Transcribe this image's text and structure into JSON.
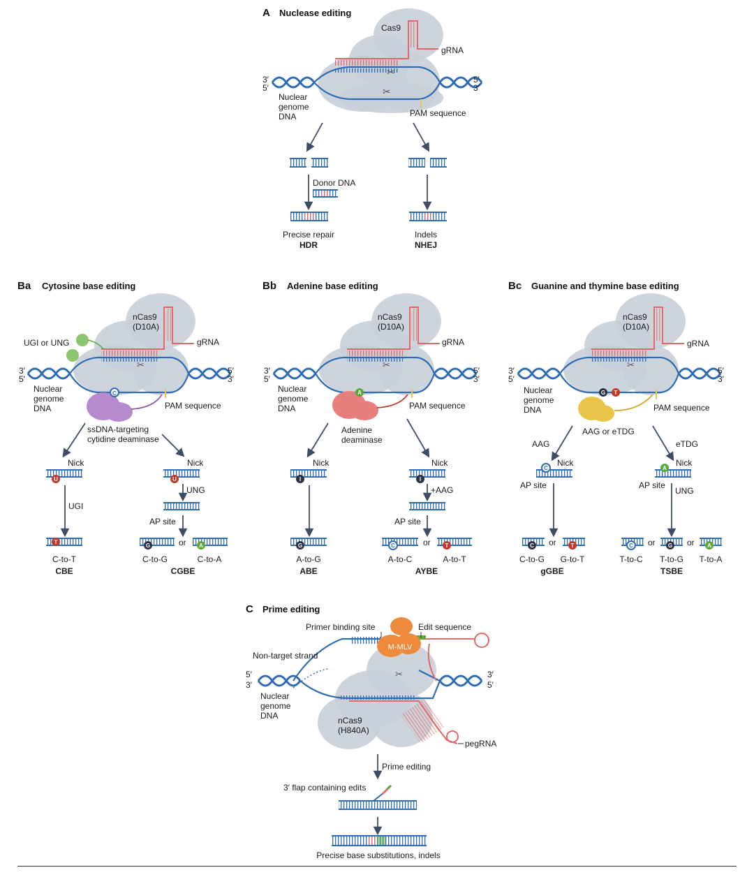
{
  "panels": {
    "a": {
      "letter": "A",
      "title": "Nuclease editing",
      "cas_label": "Cas9",
      "grna_label": "gRNA",
      "end_3_left": "3′",
      "end_5_left": "5′",
      "end_5_right": "5′",
      "end_3_right": "3′",
      "dna_label_1": "Nuclear",
      "dna_label_2": "genome",
      "dna_label_3": "DNA",
      "pam_label": "PAM sequence",
      "donor_label": "Donor DNA",
      "left_outcome": "Precise repair",
      "left_path": "HDR",
      "right_outcome": "Indels",
      "right_path": "NHEJ"
    },
    "ba": {
      "letter": "Ba",
      "title": "Cytosine base editing",
      "cas_label_1": "nCas9",
      "cas_label_2": "(D10A)",
      "grna_label": "gRNA",
      "ugi_label": "UGI or UNG",
      "end_3_left": "3′",
      "end_5_left": "5′",
      "end_5_right": "5′",
      "end_3_right": "3′",
      "dna_label_1": "Nuclear",
      "dna_label_2": "genome",
      "dna_label_3": "DNA",
      "pam_label": "PAM sequence",
      "base_label": "C",
      "deaminase_1": "ssDNA-targeting",
      "deaminase_2": "cytidine deaminase",
      "nick_left": "Nick",
      "nick_right": "Nick",
      "u_left": "U",
      "u_right": "U",
      "step_left": "UGI",
      "step_right": "UNG",
      "ap_site": "AP site",
      "or": "or",
      "out_t": "T",
      "out_g": "G",
      "out_a": "A",
      "result_1": "C-to-T",
      "result_2": "C-to-G",
      "result_3": "C-to-A",
      "editor_1": "CBE",
      "editor_2": "CGBE"
    },
    "bb": {
      "letter": "Bb",
      "title": "Adenine base editing",
      "cas_label_1": "nCas9",
      "cas_label_2": "(D10A)",
      "grna_label": "gRNA",
      "end_3_left": "3′",
      "end_5_left": "5′",
      "end_5_right": "5′",
      "end_3_right": "3′",
      "dna_label_1": "Nuclear",
      "dna_label_2": "genome",
      "dna_label_3": "DNA",
      "pam_label": "PAM sequence",
      "base_label": "A",
      "deaminase_1": "Adenine",
      "deaminase_2": "deaminase",
      "nick_left": "Nick",
      "nick_right": "Nick",
      "i_left": "I",
      "i_right": "I",
      "step_right": "+AAG",
      "ap_site": "AP site",
      "or": "or",
      "out_g": "G",
      "out_c": "C",
      "out_t": "T",
      "result_1": "A-to-G",
      "result_2": "A-to-C",
      "result_3": "A-to-T",
      "editor_1": "ABE",
      "editor_2": "AYBE"
    },
    "bc": {
      "letter": "Bc",
      "title": "Guanine and thymine base editing",
      "cas_label_1": "nCas9",
      "cas_label_2": "(D10A)",
      "grna_label": "gRNA",
      "end_3_left": "3′",
      "end_5_left": "5′",
      "end_5_right": "5′",
      "end_3_right": "3′",
      "dna_label_1": "Nuclear",
      "dna_label_2": "genome",
      "dna_label_3": "DNA",
      "pam_label": "PAM sequence",
      "base_g": "G",
      "base_t": "T",
      "enzyme_label": "AAG or eTDG",
      "step_left": "AAG",
      "step_right": "eTDG",
      "nick_left": "Nick",
      "nick_right": "Nick",
      "mark_c": "C",
      "mark_a": "A",
      "ap_left": "AP site",
      "ap_right": "AP site",
      "ung": "UNG",
      "or": "or",
      "out_c": "C",
      "out_t": "T",
      "out_c2": "C",
      "out_g2": "G",
      "out_a2": "A",
      "result_1": "C-to-G",
      "result_2": "G-to-T",
      "result_3": "T-to-C",
      "result_4": "T-to-G",
      "result_5": "T-to-A",
      "editor_1": "gGBE",
      "editor_2": "TSBE"
    },
    "c": {
      "letter": "C",
      "title": "Prime editing",
      "pbs_label": "Primer binding site",
      "edit_label": "Edit sequence",
      "rt_label": "M-MLV",
      "nontarget_label": "Non-target strand",
      "end_5_left": "5′",
      "end_3_left": "3′",
      "end_3_right": "3′",
      "end_5_right": "5′",
      "dna_label_1": "Nuclear",
      "dna_label_2": "genome",
      "dna_label_3": "DNA",
      "cas_label_1": "nCas9",
      "cas_label_2": "(H840A)",
      "pegrna_label": "pegRNA",
      "step_label": "Prime editing",
      "flap_label": "3′ flap containing edits",
      "final_label": "Precise base substitutions, indels"
    }
  },
  "colors": {
    "dna": "#2f6db0",
    "rna": "#e06a6a",
    "protein": "#c9cfd8",
    "deaminase_c": "#b78ad0",
    "deaminase_a": "#e87f7f",
    "enzyme_gt": "#e9c54b",
    "rt": "#ee8a3c",
    "green": "#5aa83a",
    "arrow": "#3e4c66",
    "u_red": "#c0392b",
    "dark": "#2b3245"
  },
  "icons": [
    "scissors-icon",
    "arrow-icon"
  ]
}
